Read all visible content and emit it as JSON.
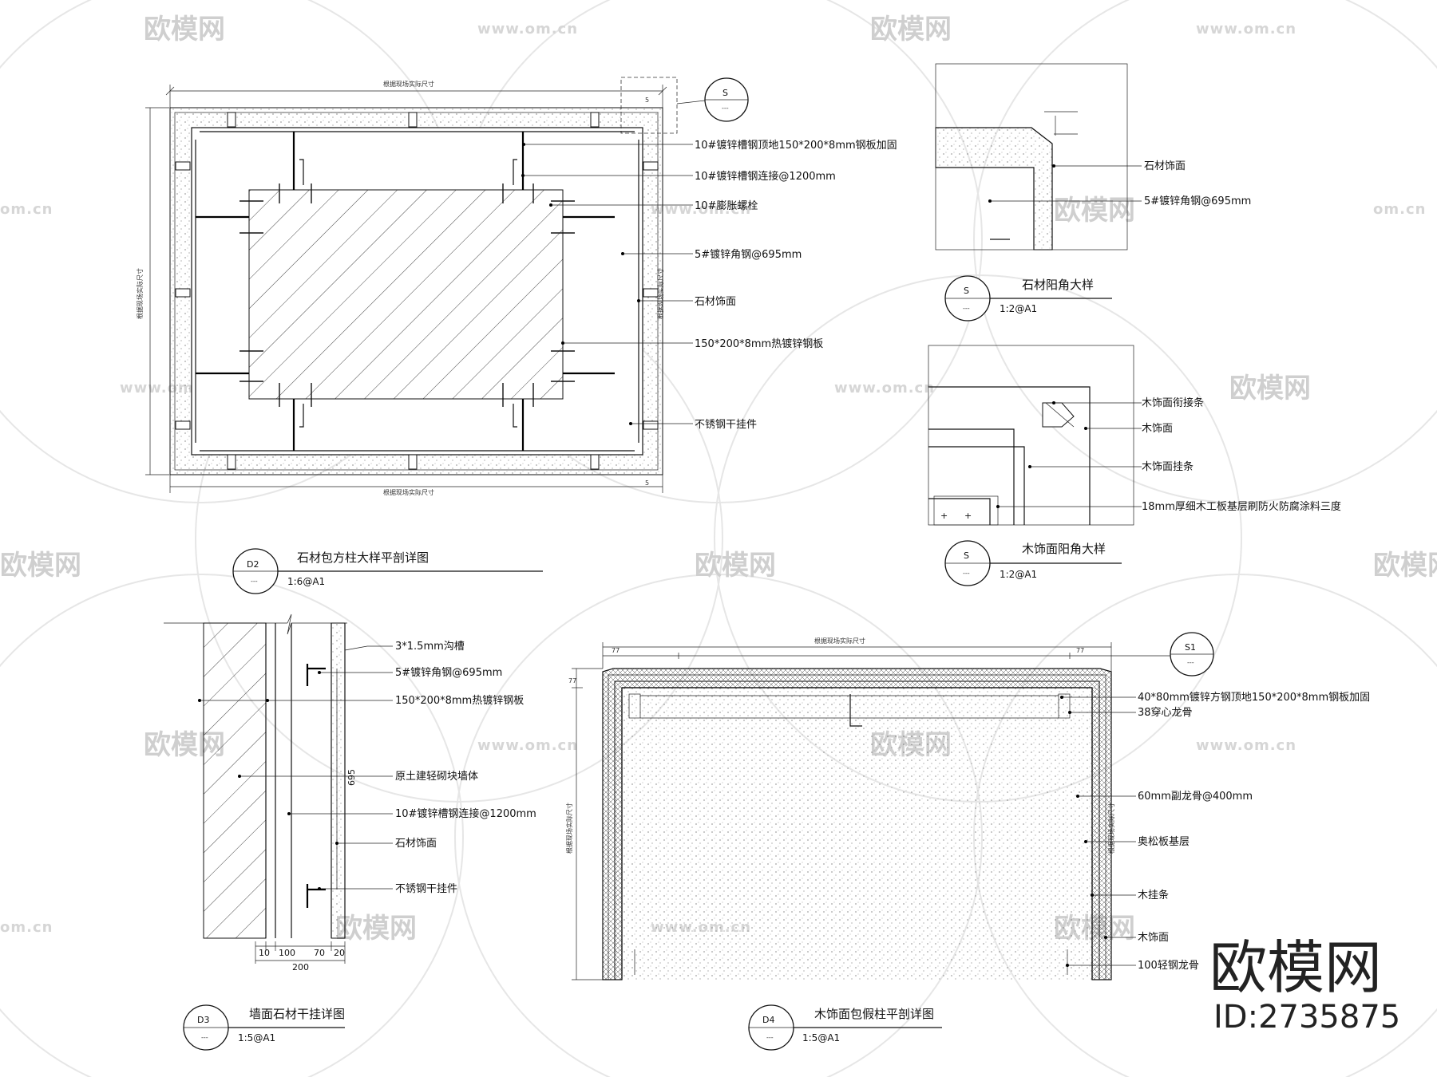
{
  "watermark": {
    "brand": "欧模网",
    "url": "www.om.cn",
    "url_short": "om.cn",
    "id": "ID:2735875"
  },
  "dims": {
    "site_size": "根据现场实际尺寸",
    "d3": [
      "10",
      "100",
      "70",
      "20",
      "200",
      "695"
    ],
    "d4": [
      "77",
      "77",
      "77"
    ],
    "d2_edge": "5"
  },
  "d2": {
    "mark": "D2",
    "sub": "---",
    "title": "石材包方柱大样平剖详图",
    "scale": "1:6@A1",
    "section_mark": "S",
    "section_sub": "---",
    "callouts": [
      "10#镀锌槽钢顶地150*200*8mm钢板加固",
      "10#镀锌槽钢连接@1200mm",
      "10#膨胀螺栓",
      "5#镀锌角钢@695mm",
      "石材饰面",
      "150*200*8mm热镀锌钢板",
      "不锈钢干挂件"
    ]
  },
  "s_stone": {
    "mark": "S",
    "sub": "---",
    "title": "石材阳角大样",
    "scale": "1:2@A1",
    "callouts": [
      "石材饰面",
      "5#镀锌角钢@695mm"
    ]
  },
  "s_wood": {
    "mark": "S",
    "sub": "---",
    "title": "木饰面阳角大样",
    "scale": "1:2@A1",
    "callouts": [
      "木饰面衔接条",
      "木饰面",
      "木饰面挂条",
      "18mm厚细木工板基层刷防火防腐涂料三度"
    ]
  },
  "d3": {
    "mark": "D3",
    "sub": "---",
    "title": "墙面石材干挂详图",
    "scale": "1:5@A1",
    "callouts": [
      "3*1.5mm沟槽",
      "5#镀锌角钢@695mm",
      "150*200*8mm热镀锌钢板",
      "原土建轻砌块墙体",
      "10#镀锌槽钢连接@1200mm",
      "石材饰面",
      "不锈钢干挂件"
    ]
  },
  "d4": {
    "mark": "D4",
    "sub": "---",
    "title": "木饰面包假柱平剖详图",
    "scale": "1:5@A1",
    "section_mark": "S1",
    "section_sub": "---",
    "callouts": [
      "40*80mm镀锌方钢顶地150*200*8mm钢板加固",
      "38穿心龙骨",
      "60mm副龙骨@400mm",
      "奥松板基层",
      "木挂条",
      "木饰面",
      "100轻钢龙骨"
    ]
  }
}
